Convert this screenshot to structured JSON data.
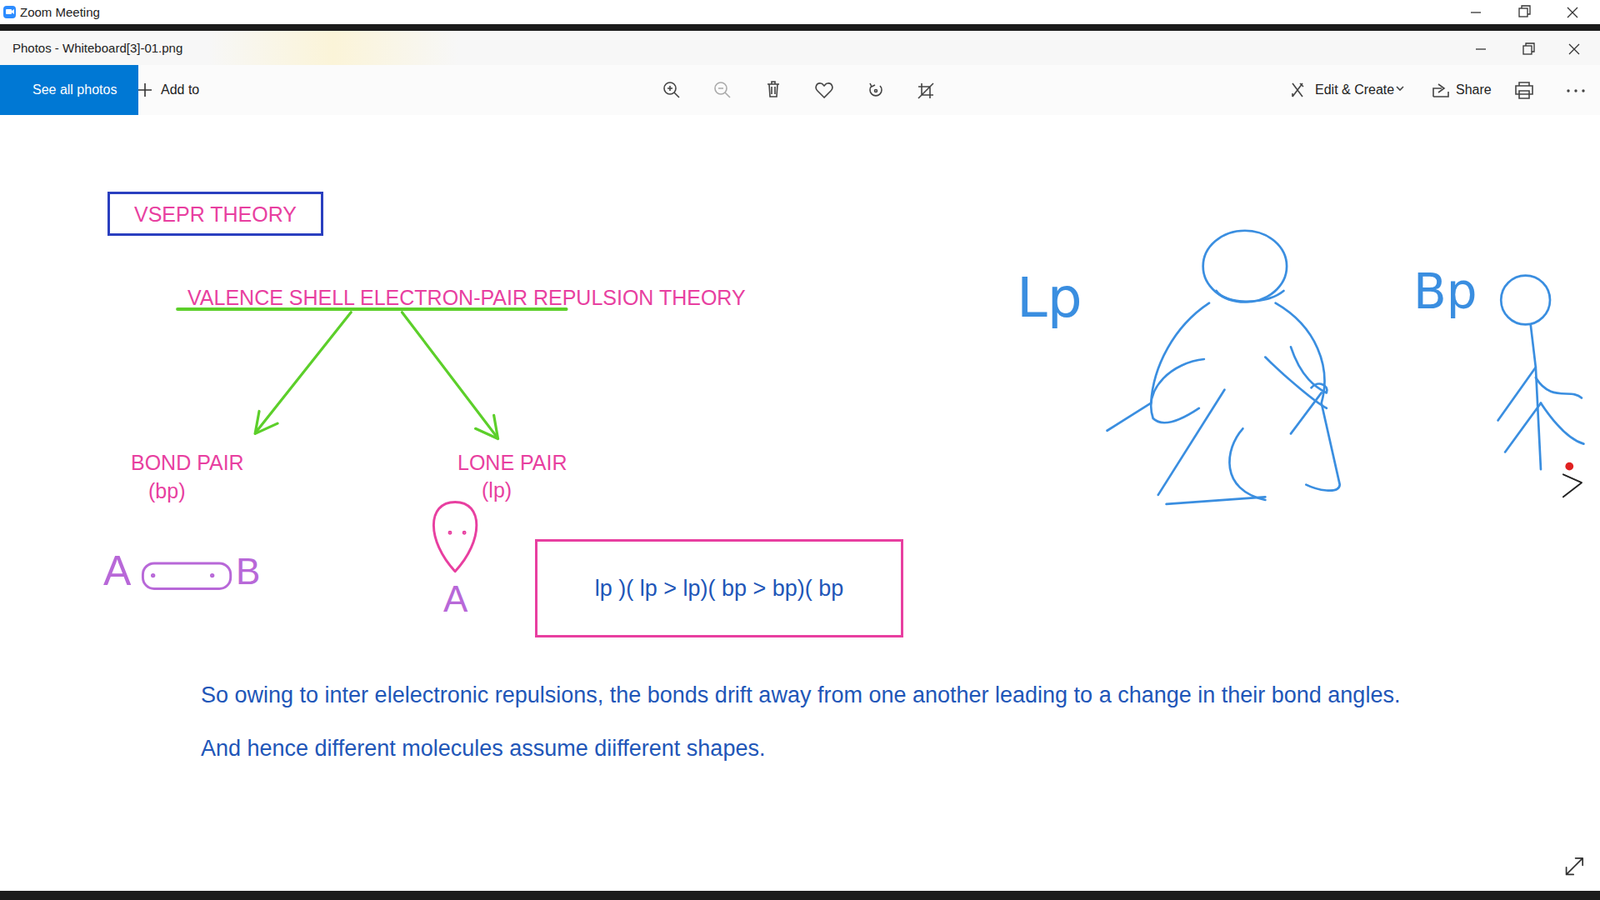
{
  "diagram": {
    "nodes": [
      {
        "text": [
          "See all photos"
        ]
      },
      {
        "text": [
          "VSEPR THEORY"
        ]
      },
      {
        "text": [
          "lp )( lp > lp)( bp > bp)( bp"
        ]
      }
    ],
    "labels": [
      "Zoom Meeting",
      "Photos - Whiteboard[3]-01.png",
      "Add to",
      "Edit & Create",
      "Share",
      "VALENCE SHELL ELECTRON-PAIR REPULSION THEORY",
      "Lp",
      "Bp",
      "BOND PAIR",
      "(bp)",
      "LONE PAIR",
      "(lp)",
      "A",
      "B",
      "A",
      "So owing to inter elelectronic repulsions, the bonds drift away from one another leading to a change in their bond angles.",
      "And hence different molecules assume diifferent shapes."
    ]
  }
}
